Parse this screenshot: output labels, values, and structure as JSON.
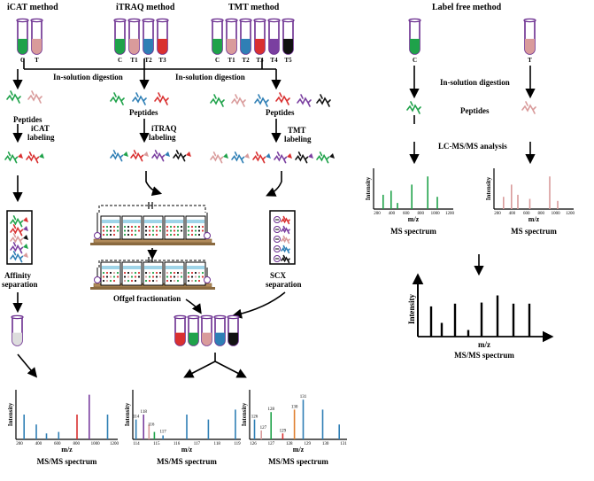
{
  "methods": {
    "icat": {
      "title": "iCAT method",
      "tubes": [
        "C",
        "T"
      ],
      "tube_colors": [
        "#1fa24a",
        "#d99b9b"
      ]
    },
    "itraq": {
      "title": "iTRAQ method",
      "tubes": [
        "C",
        "T1",
        "T2",
        "T3"
      ],
      "tube_colors": [
        "#1fa24a",
        "#d99b9b",
        "#2f7fb5",
        "#d93030"
      ]
    },
    "tmt": {
      "title": "TMT method",
      "tubes": [
        "C",
        "T1",
        "T2",
        "T3",
        "T4",
        "T5"
      ],
      "tube_colors": [
        "#1fa24a",
        "#d99b9b",
        "#2f7fb5",
        "#d93030",
        "#7a3fa0",
        "#111111"
      ]
    },
    "labelfree": {
      "title": "Label free method",
      "tubes": [
        "C",
        "T"
      ],
      "tube_colors": [
        "#1fa24a",
        "#d99b9b"
      ]
    }
  },
  "steps": {
    "digestion_left": "In-solution digestion",
    "digestion_right": "In-solution digestion",
    "digestion_lf": "In-solution digestion",
    "peptides_icat": "Peptides",
    "peptides_itraq": "Peptides",
    "peptides_tmt": "Peptides",
    "peptides_lf": "Peptides",
    "icat_label_1": "iCAT",
    "icat_label_2": "labeling",
    "itraq_label_1": "iTRAQ",
    "itraq_label_2": "labeling",
    "tmt_label_1": "TMT",
    "tmt_label_2": "labeling",
    "affinity_1": "Affinity",
    "affinity_2": "separation",
    "scx_1": "SCX",
    "scx_2": "separation",
    "offgel": "Offgel fractionation",
    "lcms": "LC-MS/MS analysis"
  },
  "spectra": {
    "ms_title": "MS spectrum",
    "msms_title": "MS/MS spectrum",
    "axis_y": "Intensity",
    "axis_x": "m/z",
    "ms_ticks": [
      "200",
      "400",
      "600",
      "800",
      "1000",
      "1200"
    ],
    "itraq_ticks": [
      "114",
      "115",
      "116",
      "117",
      "118",
      "119"
    ],
    "itraq_peaks": [
      "114",
      "115",
      "116",
      "117",
      "118"
    ],
    "tmt_ticks": [
      "126",
      "127",
      "128",
      "129",
      "130",
      "131"
    ],
    "tmt_peaks": [
      "126",
      "127",
      "128",
      "129",
      "130",
      "131"
    ]
  },
  "colors": {
    "green": "#1fa24a",
    "pink": "#d99b9b",
    "blue": "#2f7fb5",
    "red": "#d93030",
    "purple": "#7a3fa0",
    "black": "#111111",
    "tube_outline": "#6a2d8f"
  }
}
